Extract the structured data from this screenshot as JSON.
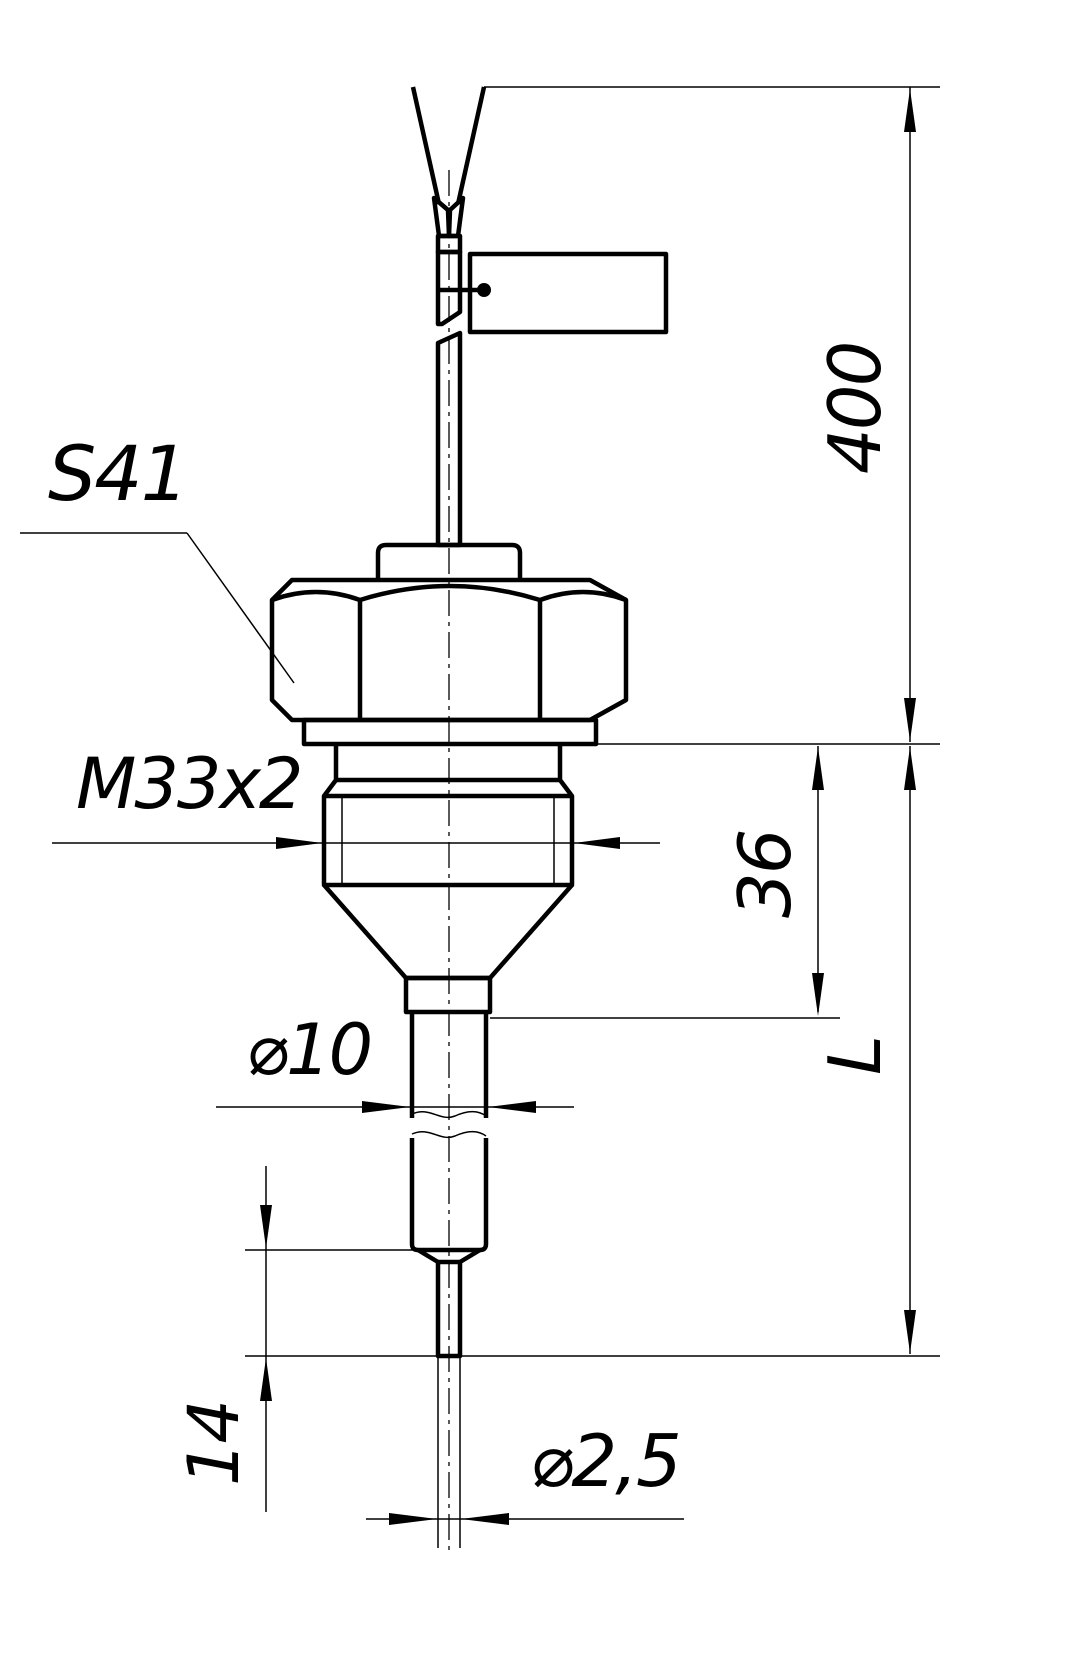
{
  "drawing": {
    "labels": {
      "wrench_size": "S41",
      "thread": "M33x2",
      "lead_length": "400",
      "thread_length": "36",
      "immersion_length": "L",
      "stem_diameter": "⌀10",
      "tip_length": "14",
      "tip_diameter": "⌀2,5"
    }
  }
}
